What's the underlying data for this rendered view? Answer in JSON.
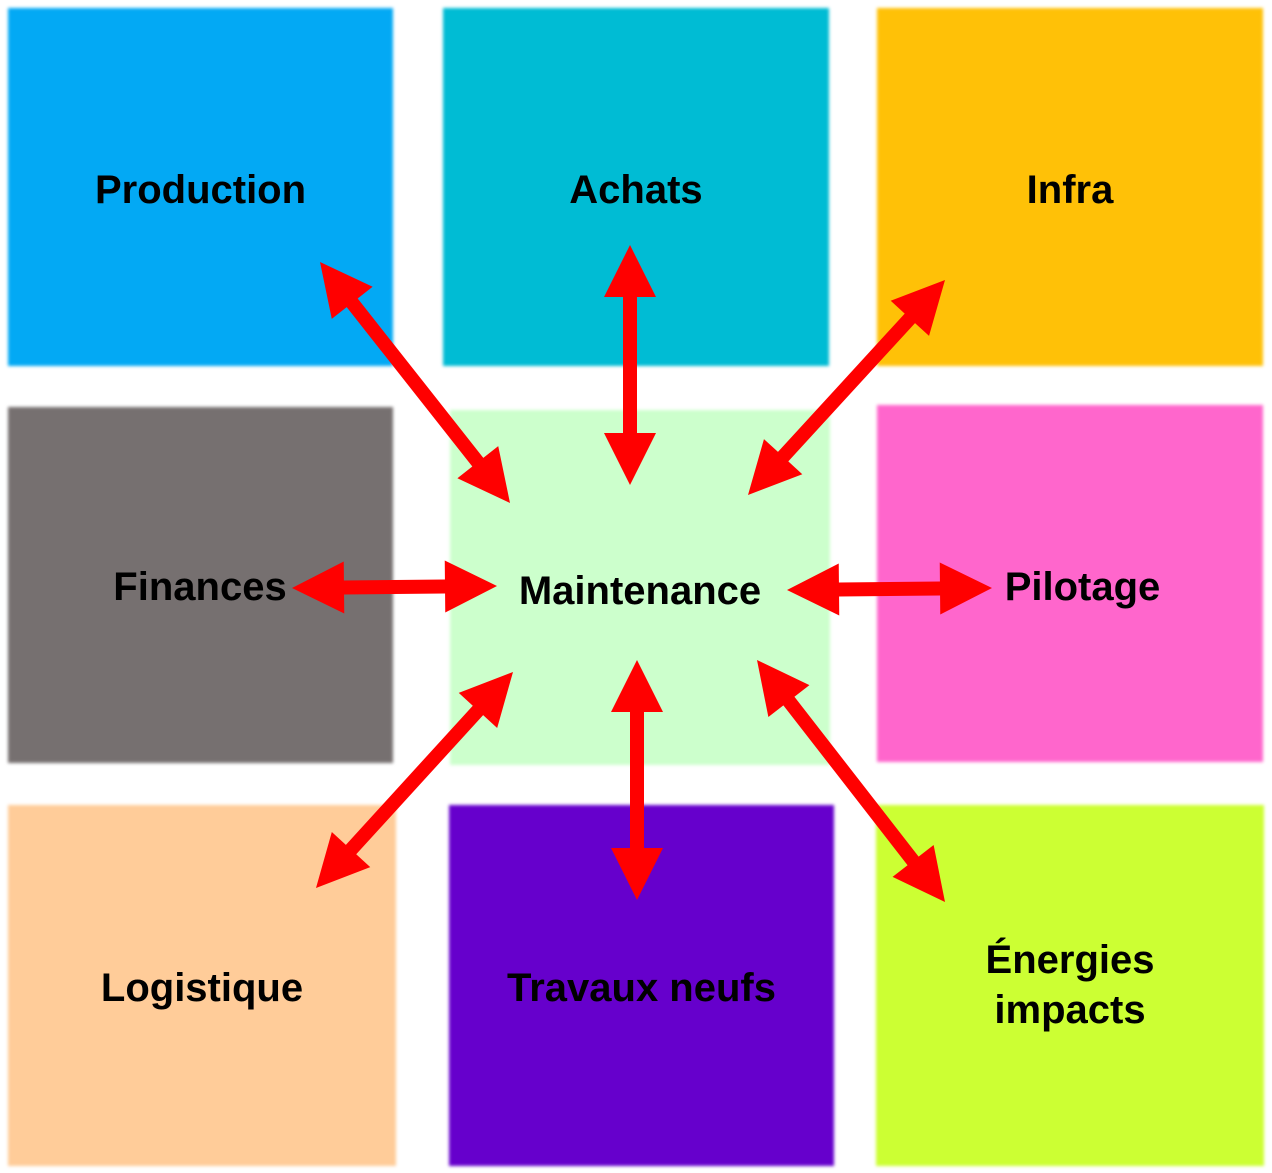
{
  "center": {
    "label": "Maintenance",
    "color": "#CCFFCC"
  },
  "nodes": [
    {
      "id": "production",
      "label": "Production",
      "color": "#03A9F4"
    },
    {
      "id": "achats",
      "label": "Achats",
      "color": "#00BCD4"
    },
    {
      "id": "infra",
      "label": "Infra",
      "color": "#FFC107"
    },
    {
      "id": "finances",
      "label": "Finances",
      "color": "#767070"
    },
    {
      "id": "pilotage",
      "label": "Pilotage",
      "color": "#FF66CC"
    },
    {
      "id": "logistique",
      "label": "Logistique",
      "color": "#FFCC99"
    },
    {
      "id": "travaux-neufs",
      "label": "Travaux neufs",
      "color": "#6600CC"
    },
    {
      "id": "energies-impacts",
      "label": "Énergies\nimpacts",
      "color": "#CCFF33"
    }
  ],
  "arrow_color": "#FF0000"
}
